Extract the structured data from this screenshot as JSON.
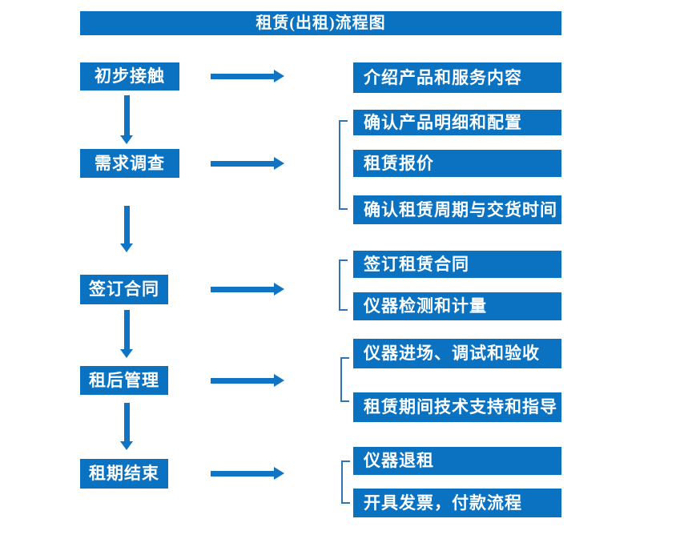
{
  "title": "租赁(出租)流程图",
  "colors": {
    "box_blue": "#0b72c1",
    "arrow_blue": "#0f74c4",
    "bracket_blue": "#2e75b6",
    "text": "#ffffff",
    "background": "#ffffff"
  },
  "stages": [
    {
      "label": "初步接触",
      "details": [
        "介绍产品和服务内容"
      ]
    },
    {
      "label": "需求调查",
      "details": [
        "确认产品明细和配置",
        "租赁报价",
        "确认租赁周期与交货时间"
      ]
    },
    {
      "label": "签订合同",
      "details": [
        "签订租赁合同",
        "仪器检测和计量"
      ]
    },
    {
      "label": "租后管理",
      "details": [
        "仪器进场、调试和验收",
        "租赁期间技术支持和指导"
      ]
    },
    {
      "label": "租期结束",
      "details": [
        "仪器退租",
        "开具发票，付款流程"
      ]
    }
  ]
}
